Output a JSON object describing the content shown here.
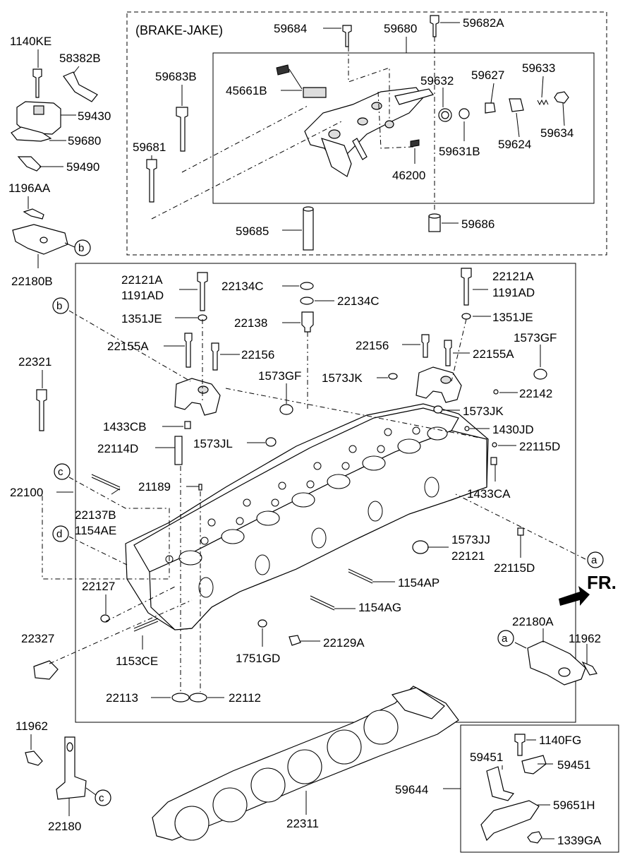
{
  "diagram": {
    "group_title": "(BRAKE-JAKE)",
    "direction_label": "FR.",
    "callouts": {
      "a1": "a",
      "a2": "a",
      "b1": "b",
      "b2": "b",
      "c1": "c",
      "c2": "c",
      "d1": "d"
    },
    "labels": {
      "p1140KE": "1140KE",
      "p58382B": "58382B",
      "p59430": "59430",
      "p59680a": "59680",
      "p59490": "59490",
      "p1196AA": "1196AA",
      "p22180B": "22180B",
      "p59684": "59684",
      "p59680b": "59680",
      "p59682A": "59682A",
      "p59683B": "59683B",
      "p45661B": "45661B",
      "p59632": "59632",
      "p59627": "59627",
      "p59633": "59633",
      "p59681": "59681",
      "p59631B": "59631B",
      "p59624": "59624",
      "p59634": "59634",
      "p46200": "46200",
      "p59685": "59685",
      "p59686": "59686",
      "p22121A_l": "22121A",
      "p1191AD_l": "1191AD",
      "p22134C_l": "22134C",
      "p22134C_r": "22134C",
      "p22121A_r": "22121A",
      "p1191AD_r": "1191AD",
      "p1351JE_l": "1351JE",
      "p22138": "22138",
      "p1351JE_r": "1351JE",
      "p22155A_l": "22155A",
      "p22156_l": "22156",
      "p22156_r": "22156",
      "p22155A_r": "22155A",
      "p1573GF_r": "1573GF",
      "p22321": "22321",
      "p1573GF_m": "1573GF",
      "p1573JK_m": "1573JK",
      "p22142": "22142",
      "p1573JK_r": "1573JK",
      "p1433CB": "1433CB",
      "p1430JD": "1430JD",
      "p22114D": "22114D",
      "p1573JL": "1573JL",
      "p22115D_t": "22115D",
      "p21189": "21189",
      "p1433CA": "1433CA",
      "p22100": "22100",
      "p22137B": "22137B",
      "p1154AE": "1154AE",
      "p1573JJ": "1573JJ",
      "p22121": "22121",
      "p22115D_b": "22115D",
      "p1154AP": "1154AP",
      "p22127": "22127",
      "p1154AG": "1154AG",
      "p22180A": "22180A",
      "p22327": "22327",
      "p22129A": "22129A",
      "p11962_r": "11962",
      "p1153CE": "1153CE",
      "p1751GD": "1751GD",
      "p22113": "22113",
      "p22112": "22112",
      "p11962_l": "11962",
      "p1140FG": "1140FG",
      "p59451_l": "59451",
      "p59451_r": "59451",
      "p59644": "59644",
      "p59651H": "59651H",
      "p22180": "22180",
      "p22311": "22311",
      "p1339GA": "1339GA"
    }
  }
}
